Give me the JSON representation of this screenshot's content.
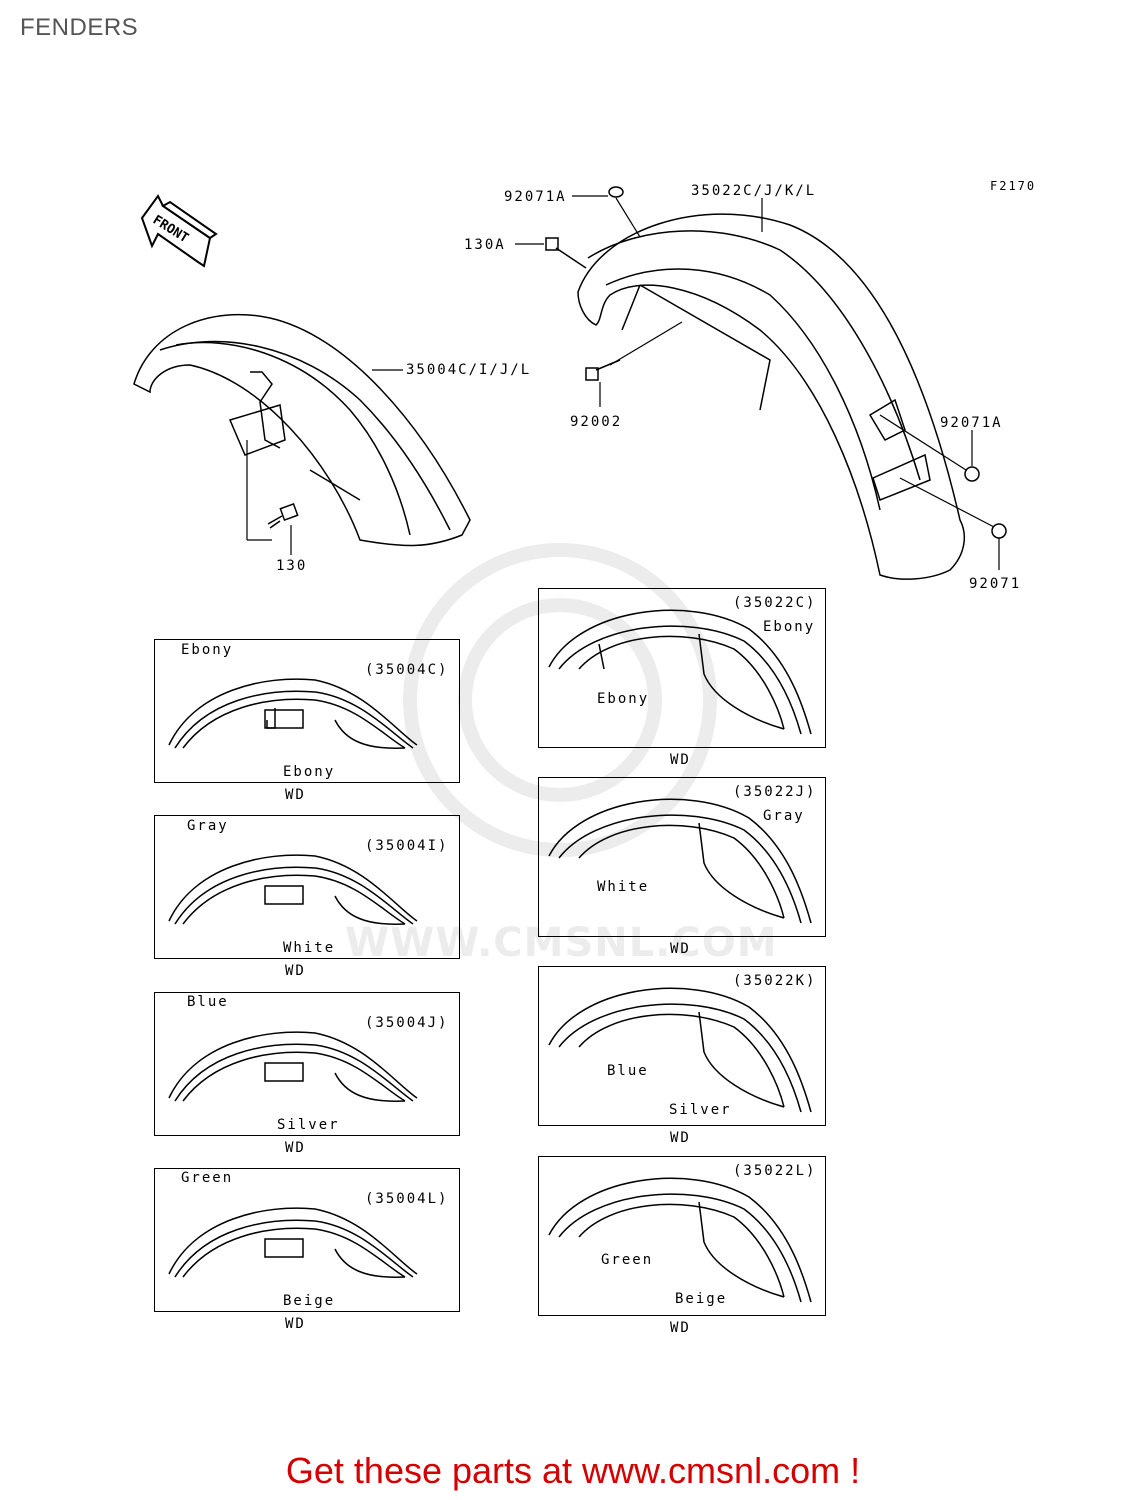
{
  "title": "FENDERS",
  "figure_code": "F2170",
  "front_label": "FRONT",
  "watermark": "WWW.CMSNL.COM",
  "callouts": {
    "p92071A_top": "92071A",
    "p130A": "130A",
    "p35022": "35022C/J/K/L",
    "p35004": "35004C/I/J/L",
    "p92002": "92002",
    "p130": "130",
    "p92071A_right": "92071A",
    "p92071": "92071"
  },
  "front_variants": [
    {
      "code": "(35004C)",
      "stripe": "Ebony",
      "body": "Ebony",
      "note": "WD"
    },
    {
      "code": "(35004I)",
      "stripe": "Gray",
      "body": "White",
      "note": "WD"
    },
    {
      "code": "(35004J)",
      "stripe": "Blue",
      "body": "Silver",
      "note": "WD"
    },
    {
      "code": "(35004L)",
      "stripe": "Green",
      "body": "Beige",
      "note": "WD"
    }
  ],
  "rear_variants": [
    {
      "code": "(35022C)",
      "stripe": "Ebony",
      "body": "Ebony",
      "note": "WD"
    },
    {
      "code": "(35022J)",
      "stripe": "Gray",
      "body": "White",
      "note": "WD"
    },
    {
      "code": "(35022K)",
      "stripe": "Blue",
      "body": "Silver",
      "note": "WD"
    },
    {
      "code": "(35022L)",
      "stripe": "Green",
      "body": "Beige",
      "note": "WD"
    }
  ],
  "footer": "Get these parts at www.cmsnl.com !"
}
